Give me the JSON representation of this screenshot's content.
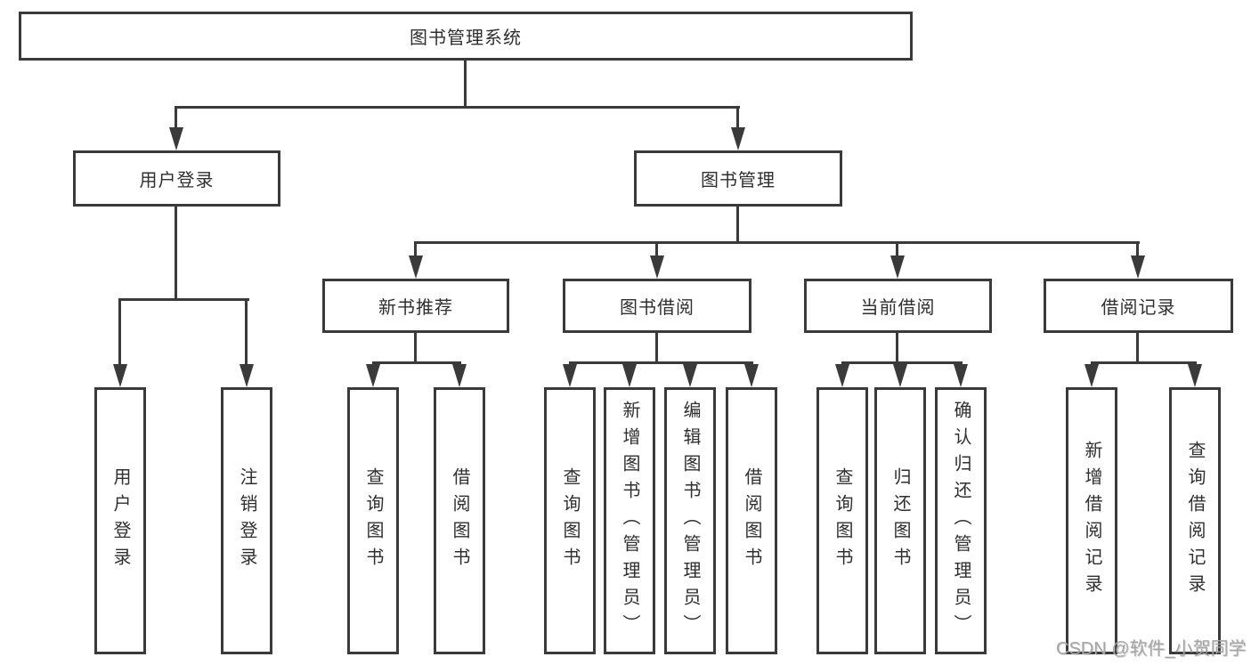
{
  "diagram": {
    "nodes": {
      "root": "图书管理系统",
      "user_login": "用户登录",
      "book_mgmt": "图书管理",
      "new_book": "新书推荐",
      "book_borrow": "图书借阅",
      "current_borrow": "当前借阅",
      "borrow_record": "借阅记录"
    },
    "leaves": {
      "user_login": [
        "用户登录",
        "注销登录"
      ],
      "new_book": [
        "查询图书",
        "借阅图书"
      ],
      "book_borrow": [
        "查询图书",
        "新增图书（管理员）",
        "编辑图书（管理员）",
        "借阅图书"
      ],
      "current_borrow": [
        "查询图书",
        "归还图书",
        "确认归还（管理员）"
      ],
      "borrow_record": [
        "新增借阅记录",
        "查询借阅记录"
      ]
    },
    "colors": {
      "line": "#3a3a3a",
      "text": "#2f2f2f",
      "watermark": "#a6a6a6",
      "background": "#ffffff"
    },
    "watermark": "CSDN @软件_小贺同学"
  }
}
